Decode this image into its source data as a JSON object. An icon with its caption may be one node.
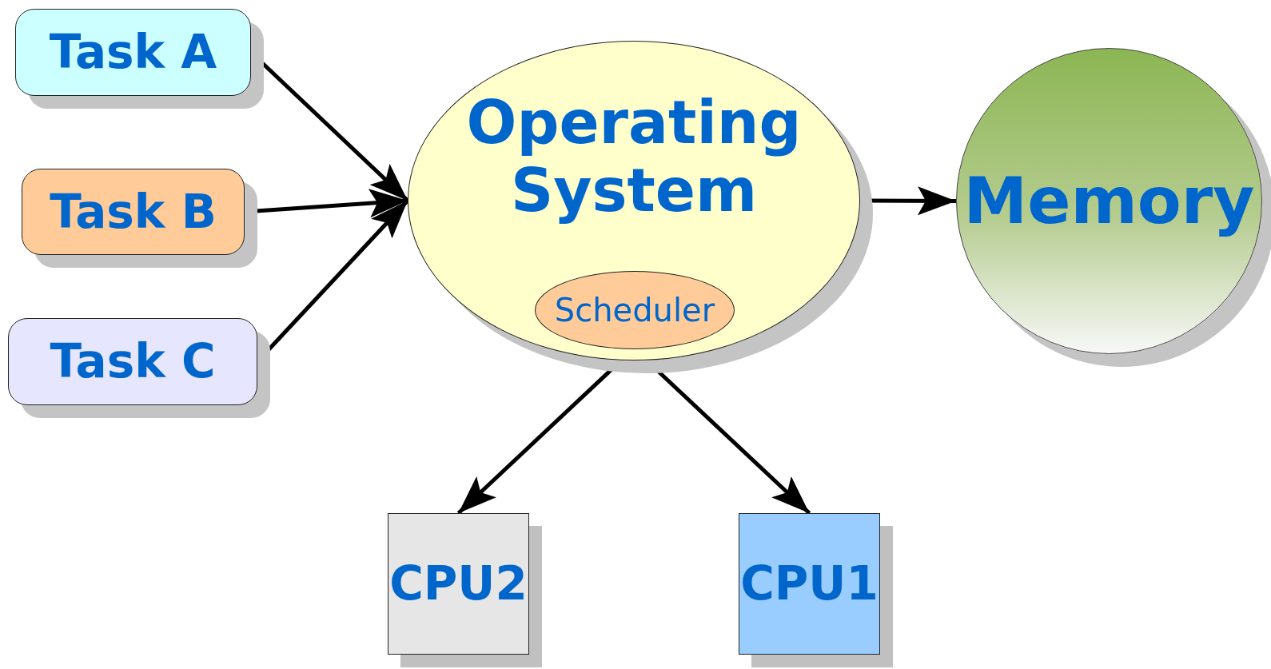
{
  "diagram": {
    "nodes": [
      {
        "text": [
          "Task A"
        ]
      },
      {
        "text": [
          "Task B"
        ]
      },
      {
        "text": [
          "Task C"
        ]
      },
      {
        "text": [
          "Operating System"
        ]
      },
      {
        "text": [
          "Scheduler"
        ],
        "in": 3
      },
      {
        "text": [
          "Memory"
        ]
      },
      {
        "text": [
          "CPU2"
        ]
      },
      {
        "text": [
          "CPU1"
        ]
      }
    ],
    "edges": [
      {
        "from": 0,
        "to": 3,
        "arrow": "to"
      },
      {
        "from": 1,
        "to": 3,
        "arrow": "to"
      },
      {
        "from": 2,
        "to": 3,
        "arrow": "to"
      },
      {
        "from": 3,
        "to": 5,
        "arrow": "to"
      },
      {
        "from": 4,
        "to": 6,
        "arrow": "to"
      },
      {
        "from": 4,
        "to": 7,
        "arrow": "to"
      }
    ]
  }
}
